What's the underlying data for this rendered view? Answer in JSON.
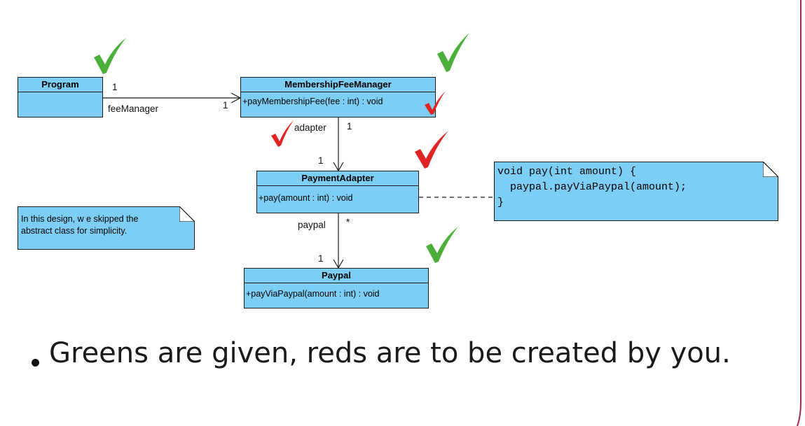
{
  "diagram": {
    "classes": {
      "program": {
        "name": "Program",
        "operations": []
      },
      "membership_fee_manager": {
        "name": "MembershipFeeManager",
        "operations": [
          "+payMembershipFee(fee : int) : void"
        ]
      },
      "payment_adapter": {
        "name": "PaymentAdapter",
        "operations": [
          "+pay(amount : int) : void"
        ]
      },
      "paypal": {
        "name": "Paypal",
        "operations": [
          "+payViaPaypal(amount : int) : void"
        ]
      }
    },
    "associations": {
      "program_to_manager": {
        "role": "feeManager",
        "source_multiplicity": "1",
        "target_multiplicity": "1"
      },
      "manager_to_adapter": {
        "role": "adapter",
        "source_multiplicity": "1",
        "target_multiplicity": "1"
      },
      "adapter_to_paypal": {
        "role": "paypal",
        "source_multiplicity": "*",
        "target_multiplicity": "1"
      }
    },
    "notes": {
      "design_note": "In this design, w e skipped the\nabstract class for simplicity.",
      "code_note": "void pay(int amount) {\n  paypal.payViaPaypal(amount);\n}"
    },
    "marks": {
      "given_color": "#4caf3a",
      "to_create_color": "#e02424"
    }
  },
  "bullet": "Greens are given, reds are to be created by you.",
  "colors": {
    "class_fill": "#7ccef4",
    "frame": "#9c2b4a"
  }
}
